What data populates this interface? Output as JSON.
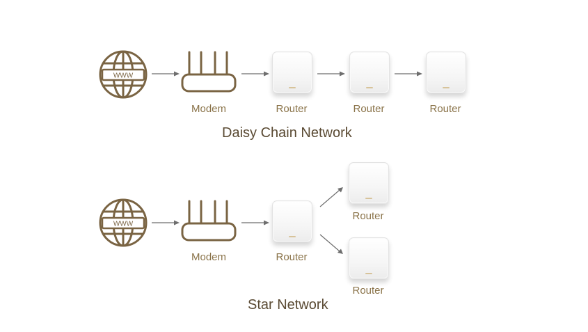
{
  "colors": {
    "icon": "#7a6443",
    "label": "#8a7349",
    "title": "#5a4a33",
    "arrow": "#6e6e6e"
  },
  "icons": [
    "globe-www-icon",
    "modem-icon",
    "router-icon",
    "arrow-icon"
  ],
  "globe_text": "WWW",
  "daisy_chain": {
    "title": "Daisy Chain Network",
    "modem_label": "Modem",
    "router_labels": [
      "Router",
      "Router",
      "Router"
    ]
  },
  "star": {
    "title": "Star Network",
    "modem_label": "Modem",
    "router_labels": [
      "Router",
      "Router",
      "Router"
    ]
  }
}
